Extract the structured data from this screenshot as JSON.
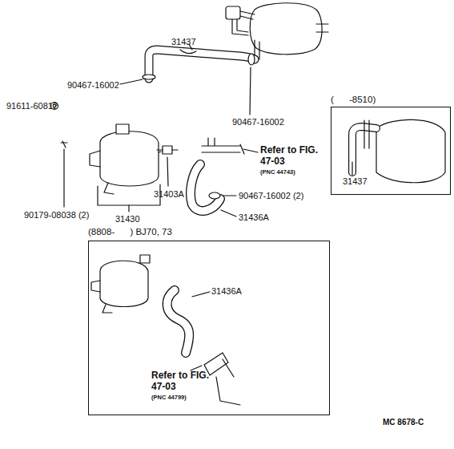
{
  "diagram": {
    "nodes": [
      {
        "text": [
          "(      -8510)",
          "31437"
        ]
      },
      {
        "text": [
          "(8808-      ) BJ70, 73",
          "31436A",
          "Refer to FIG. 47-03",
          "(PNC 44799)"
        ]
      }
    ],
    "labels": [
      "31437",
      "90467-16002",
      "90467-16002",
      "91611-60812",
      "Refer to FIG. 47-03",
      "(PNC 44743)",
      "90467-16002 (2)",
      "90179-08038 (2)",
      "31403A",
      "31430",
      "31436A",
      "MC 8678-C"
    ]
  }
}
